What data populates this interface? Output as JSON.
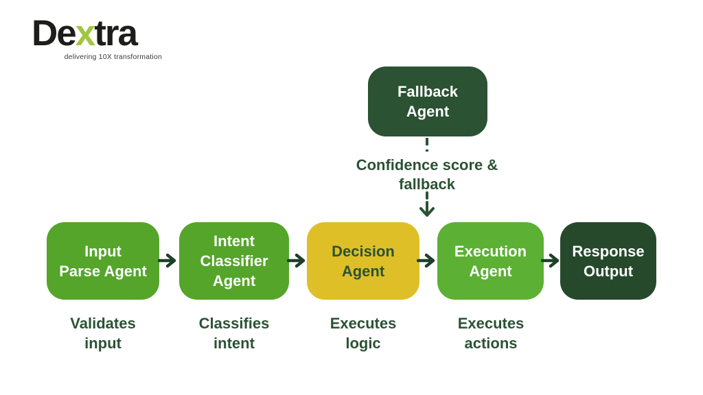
{
  "logo": {
    "name": "Dextra",
    "part_before_accent": "De",
    "accent_letter": "x",
    "part_after_accent": "tra",
    "tagline": "delivering 10X transformation"
  },
  "colors": {
    "background": "#ffffff",
    "logo_text": "#1d1d1b",
    "logo_accent": "#a2c63d",
    "bright_green": "#54a52a",
    "execution_green": "#5cb034",
    "decision_yellow": "#debf27",
    "fallback_dark_green": "#2b5233",
    "response_dark_green": "#26492c",
    "text_green": "#2b5234",
    "arrow": "#1f3f2a"
  },
  "fallback": {
    "label": "Fallback\nAgent"
  },
  "connector": {
    "label": "Confidence score &\nfallback"
  },
  "flow": {
    "boxes": [
      {
        "label": "Input\nParse Agent",
        "caption": "Validates\ninput",
        "bg": "#54a52a",
        "fg": "#ffffff"
      },
      {
        "label": "Intent\nClassifier\nAgent",
        "caption": "Classifies\nintent",
        "bg": "#54a52a",
        "fg": "#ffffff"
      },
      {
        "label": "Decision\nAgent",
        "caption": "Executes\nlogic",
        "bg": "#debf27",
        "fg": "#2b5234"
      },
      {
        "label": "Execution\nAgent",
        "caption": "Executes\nactions",
        "bg": "#5cb034",
        "fg": "#ffffff"
      },
      {
        "label": "Response\nOutput",
        "caption": "",
        "bg": "#26492c",
        "fg": "#ffffff"
      }
    ]
  }
}
